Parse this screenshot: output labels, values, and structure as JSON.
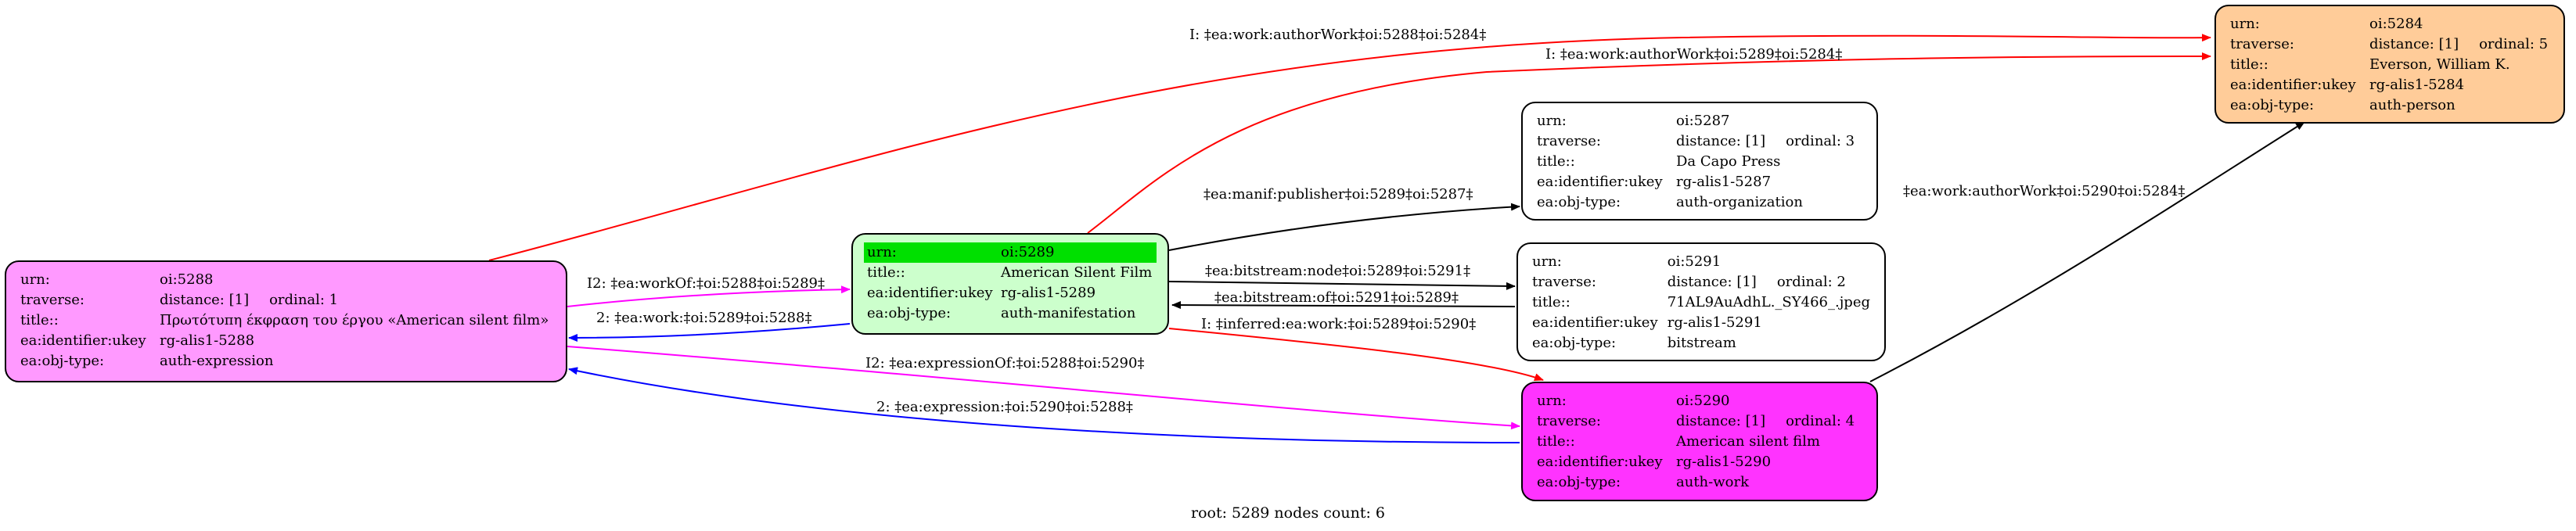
{
  "nodes": {
    "n5288": {
      "fill": "#ff99ff",
      "rows": {
        "urn": {
          "k": "urn:",
          "v": "oi:5288"
        },
        "traverse": {
          "k": "traverse:",
          "v": "distance: [1]",
          "ord": "ordinal: 1"
        },
        "title": {
          "k": "title::",
          "v": "Πρωτότυπη έκφραση του έργου «American silent film»"
        },
        "ukey": {
          "k": "ea:identifier:ukey",
          "v": "rg-alis1-5288"
        },
        "type": {
          "k": "ea:obj-type:",
          "v": "auth-expression"
        }
      }
    },
    "n5289": {
      "fill": "#ccffcc",
      "highlight": "#00e000",
      "rows": {
        "urn": {
          "k": "urn:",
          "v": "oi:5289"
        },
        "title": {
          "k": "title::",
          "v": "American Silent Film"
        },
        "ukey": {
          "k": "ea:identifier:ukey",
          "v": "rg-alis1-5289"
        },
        "type": {
          "k": "ea:obj-type:",
          "v": "auth-manifestation"
        }
      }
    },
    "n5287": {
      "fill": "#ffffff",
      "rows": {
        "urn": {
          "k": "urn:",
          "v": "oi:5287"
        },
        "traverse": {
          "k": "traverse:",
          "v": "distance: [1]",
          "ord": "ordinal: 3"
        },
        "title": {
          "k": "title::",
          "v": "Da Capo Press"
        },
        "ukey": {
          "k": "ea:identifier:ukey",
          "v": "rg-alis1-5287"
        },
        "type": {
          "k": "ea:obj-type:",
          "v": "auth-organization"
        }
      }
    },
    "n5291": {
      "fill": "#ffffff",
      "rows": {
        "urn": {
          "k": "urn:",
          "v": "oi:5291"
        },
        "traverse": {
          "k": "traverse:",
          "v": "distance: [1]",
          "ord": "ordinal: 2"
        },
        "title": {
          "k": "title::",
          "v": "71AL9AuAdhL._SY466_.jpeg"
        },
        "ukey": {
          "k": "ea:identifier:ukey",
          "v": "rg-alis1-5291"
        },
        "type": {
          "k": "ea:obj-type:",
          "v": "bitstream"
        }
      }
    },
    "n5290": {
      "fill": "#ff33ff",
      "rows": {
        "urn": {
          "k": "urn:",
          "v": "oi:5290"
        },
        "traverse": {
          "k": "traverse:",
          "v": "distance: [1]",
          "ord": "ordinal: 4"
        },
        "title": {
          "k": "title::",
          "v": "American silent film"
        },
        "ukey": {
          "k": "ea:identifier:ukey",
          "v": "rg-alis1-5290"
        },
        "type": {
          "k": "ea:obj-type:",
          "v": "auth-work"
        }
      }
    },
    "n5284": {
      "fill": "#ffcc99",
      "rows": {
        "urn": {
          "k": "urn:",
          "v": "oi:5284"
        },
        "traverse": {
          "k": "traverse:",
          "v": "distance: [1]",
          "ord": "ordinal: 5"
        },
        "title": {
          "k": "title::",
          "v": "Everson, William K."
        },
        "ukey": {
          "k": "ea:identifier:ukey",
          "v": "rg-alis1-5284"
        },
        "type": {
          "k": "ea:obj-type:",
          "v": "auth-person"
        }
      }
    }
  },
  "edges": {
    "e1": {
      "label": "I: ‡ea:work:authorWork‡oi:5288‡oi:5284‡",
      "color": "#ff0000"
    },
    "e2": {
      "label": "I: ‡ea:work:authorWork‡oi:5289‡oi:5284‡",
      "color": "#ff0000"
    },
    "e3": {
      "label": "‡ea:manif:publisher‡oi:5289‡oi:5287‡",
      "color": "#000000"
    },
    "e4": {
      "label": "‡ea:bitstream:node‡oi:5289‡oi:5291‡",
      "color": "#000000"
    },
    "e5": {
      "label": "‡ea:bitstream:of‡oi:5291‡oi:5289‡",
      "color": "#000000"
    },
    "e6": {
      "label": "I: ‡inferred:ea:work:‡oi:5289‡oi:5290‡",
      "color": "#ff0000"
    },
    "e7": {
      "label": "I2: ‡ea:workOf:‡oi:5288‡oi:5289‡",
      "color": "#ff00ff"
    },
    "e8": {
      "label": "2: ‡ea:work:‡oi:5289‡oi:5288‡",
      "color": "#0000ff"
    },
    "e9": {
      "label": "I2: ‡ea:expressionOf:‡oi:5288‡oi:5290‡",
      "color": "#ff00ff"
    },
    "e10": {
      "label": "2: ‡ea:expression:‡oi:5290‡oi:5288‡",
      "color": "#0000ff"
    },
    "e11": {
      "label": "‡ea:work:authorWork‡oi:5290‡oi:5284‡",
      "color": "#000000"
    }
  },
  "footer": "root: 5289 nodes count: 6"
}
